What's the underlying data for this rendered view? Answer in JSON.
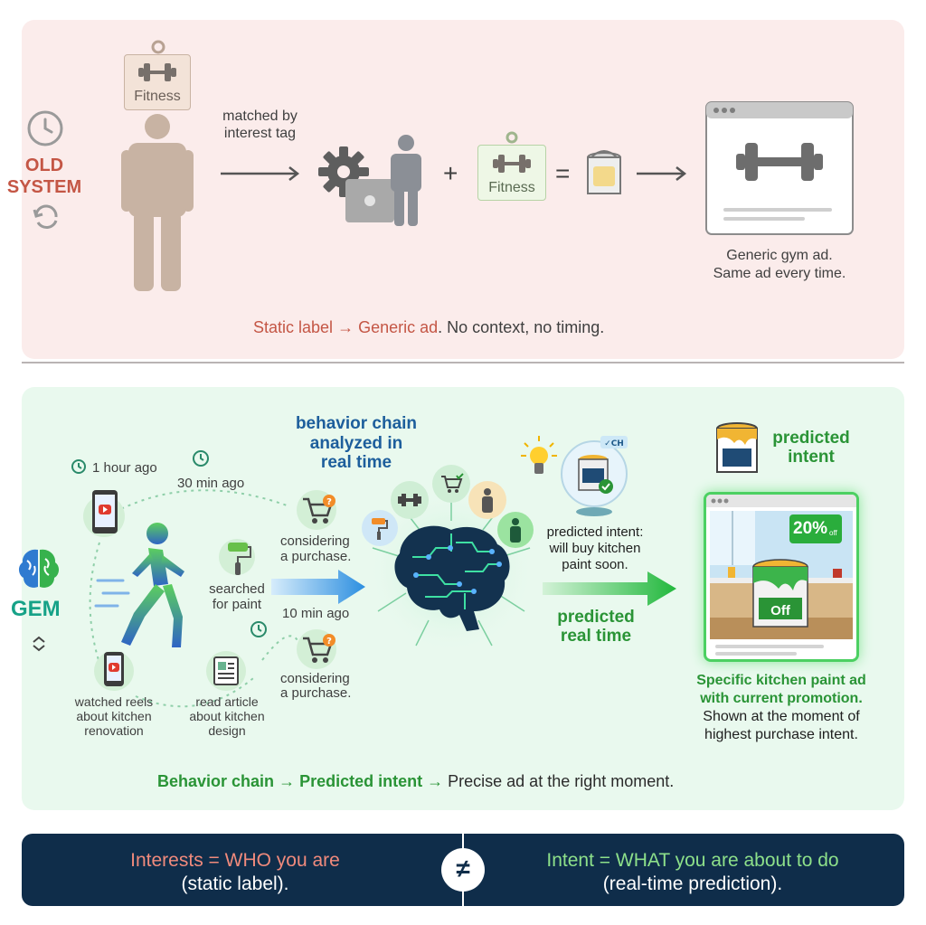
{
  "old_system": {
    "label_line1": "OLD",
    "label_line2": "SYSTEM",
    "fitness_tag": "Fitness",
    "matched_line1": "matched by",
    "matched_line2": "interest tag",
    "fitness_tag_small": "Fitness",
    "operator_plus": "+",
    "operator_equals": "=",
    "ad_caption_line1": "Generic gym ad.",
    "ad_caption_line2": "Same ad every time.",
    "summary_part1": "Static label",
    "summary_arrow": "→",
    "summary_part2": "Generic ad",
    "summary_part3": ". No context, no timing."
  },
  "gem": {
    "label": "GEM",
    "time_1h": "1 hour ago",
    "time_30m": "30 min ago",
    "time_10m": "10 min ago",
    "considering_1_line1": "considering",
    "considering_1_line2": "a purchase.",
    "considering_2_line1": "considering",
    "considering_2_line2": "a purchase.",
    "searched_line1": "searched",
    "searched_line2": "for paint",
    "watched_line1": "watched reels",
    "watched_line2": "about kitchen",
    "watched_line3": "renovation",
    "read_line1": "read article",
    "read_line2": "about kitchen",
    "read_line3": "design",
    "chain_title_line1": "behavior chain",
    "chain_title_line2": "analyzed in",
    "chain_title_line3": "real time",
    "predicted_intent_line1": "predicted intent:",
    "predicted_intent_line2": "will buy kitchen",
    "predicted_intent_line3": "paint soon.",
    "predicted_realtime_line1": "predicted",
    "predicted_realtime_line2": "real time",
    "predicted_heading_line1": "predicted",
    "predicted_heading_line2": "intent",
    "ad_badge": "20%",
    "ad_badge_sub": "off",
    "ad_can_label": "Off",
    "ad_caption_line1": "Specific kitchen paint ad",
    "ad_caption_line2": "with current promotion.",
    "ad_caption_line3": "Shown at the moment of",
    "ad_caption_line4": "highest purchase intent.",
    "summary_part1": "Behavior chain",
    "summary_arrow1": "→",
    "summary_part2": "Predicted intent",
    "summary_arrow2": "→",
    "summary_part3": "Precise ad at the right moment."
  },
  "bottom": {
    "left_line1": "Interests = WHO you are",
    "left_line2": "(static label).",
    "not_equal": "≠",
    "right_line1": "Intent = WHAT you are about to do",
    "right_line2": "(real-time prediction)."
  },
  "colors": {
    "old_accent": "#c45645",
    "gem_accent": "#2a9436",
    "chain_blue": "#1d5e9c",
    "bottom_bg": "#0f2d4a",
    "bottom_left_text": "#f08a7c",
    "bottom_right_text": "#8de08a"
  },
  "icons": [
    "clock-icon",
    "refresh-icon",
    "dumbbell-icon",
    "person-icon",
    "gear-icon",
    "paint-can-icon",
    "browser-ad-icon",
    "brain-icon",
    "phone-video-icon",
    "walking-person-icon",
    "paint-roller-icon",
    "cart-icon",
    "article-icon",
    "lightbulb-icon",
    "kitchen-ad-icon",
    "not-equal-icon"
  ]
}
